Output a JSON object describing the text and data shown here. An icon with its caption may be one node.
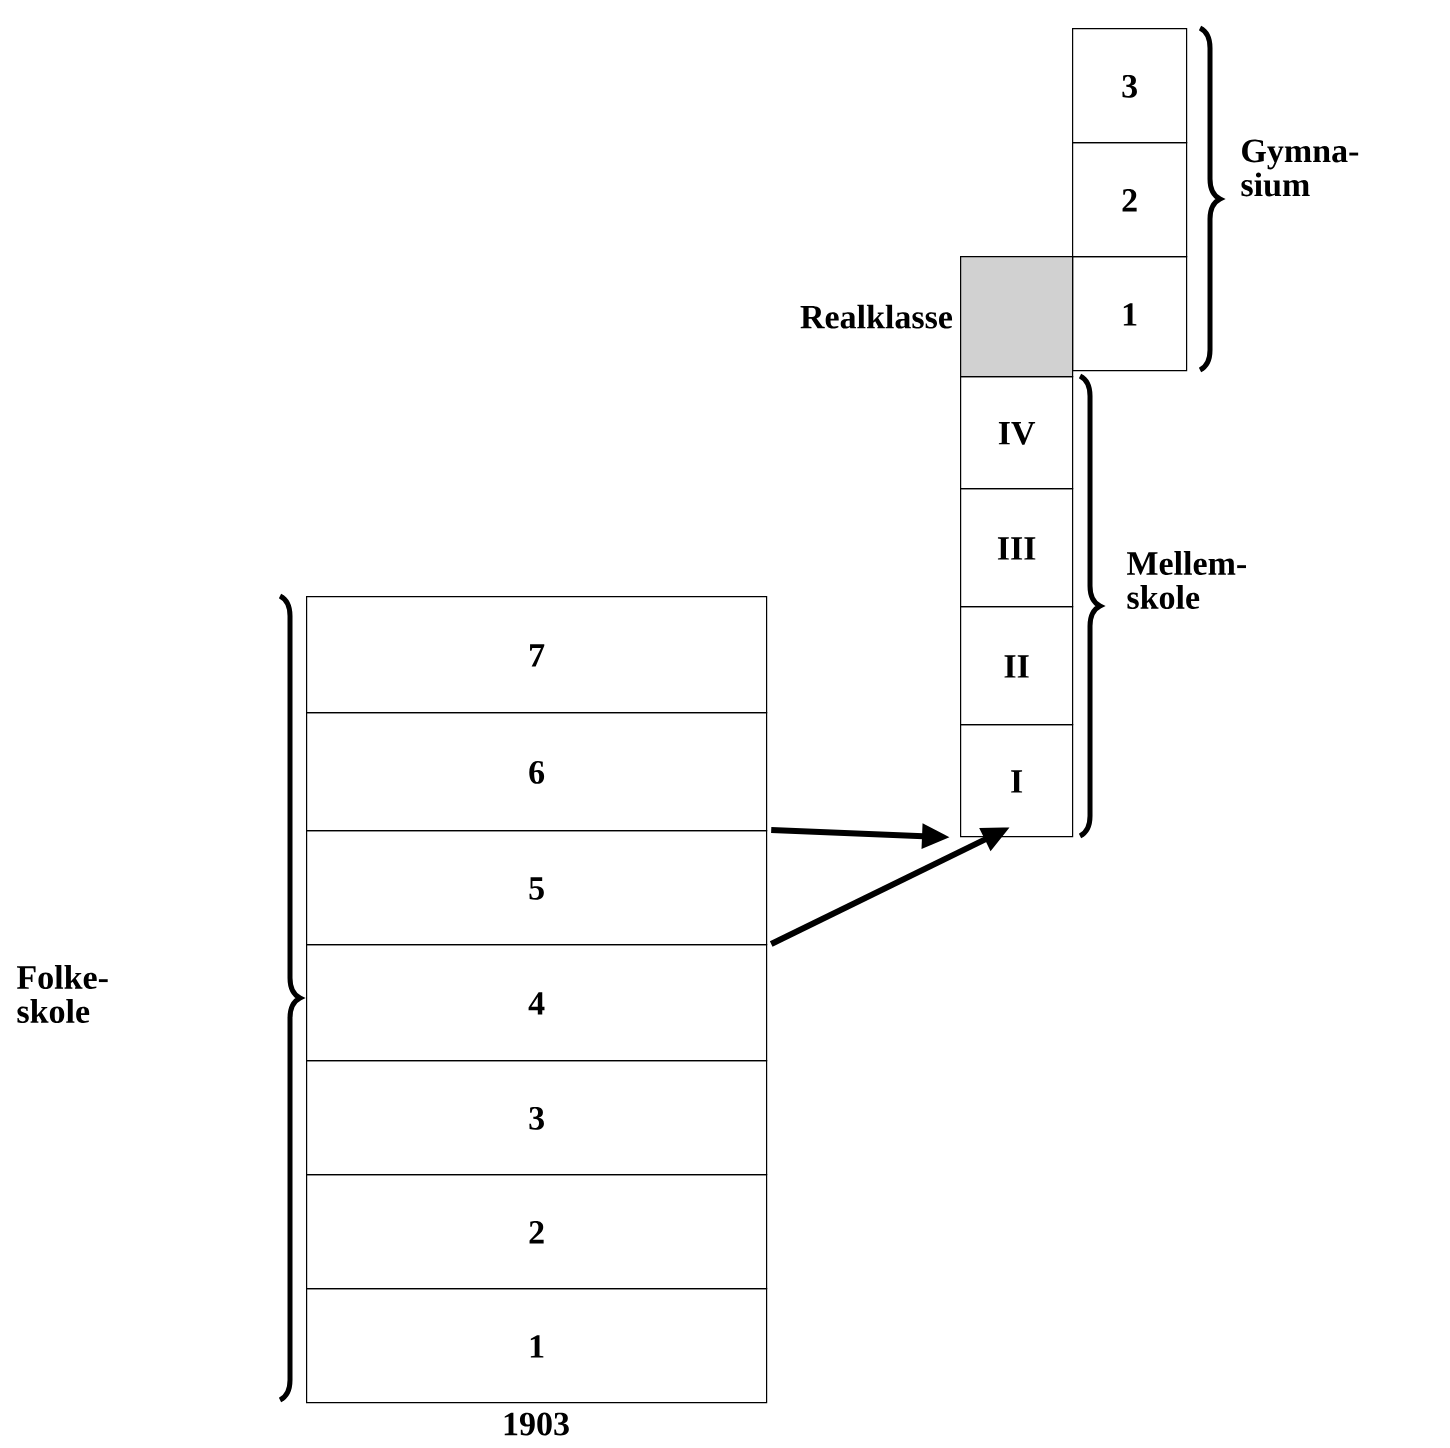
{
  "diagram": {
    "nodes": [
      {
        "text": [
          "3"
        ]
      },
      {
        "text": [
          "2"
        ]
      },
      {
        "text": [
          "1"
        ]
      },
      {
        "text": [],
        "shape": "box",
        "beside": [
          "Realklasse"
        ]
      },
      {
        "text": [
          "IV"
        ]
      },
      {
        "text": [
          "III"
        ]
      },
      {
        "text": [
          "II"
        ]
      },
      {
        "text": [
          "I"
        ]
      },
      {
        "text": [
          "7"
        ]
      },
      {
        "text": [
          "6"
        ]
      },
      {
        "text": [
          "5"
        ]
      },
      {
        "text": [
          "4"
        ]
      },
      {
        "text": [
          "3"
        ]
      },
      {
        "text": [
          "2"
        ]
      },
      {
        "text": [
          "1"
        ]
      }
    ],
    "edges": [
      {
        "from": 10,
        "to": 7,
        "arrow": "to"
      },
      {
        "from": 11,
        "to": 7,
        "arrow": "to"
      }
    ],
    "labels": [
      "Gymna-sium",
      "Mellem-skole",
      "Folke-skole",
      "1903"
    ]
  }
}
